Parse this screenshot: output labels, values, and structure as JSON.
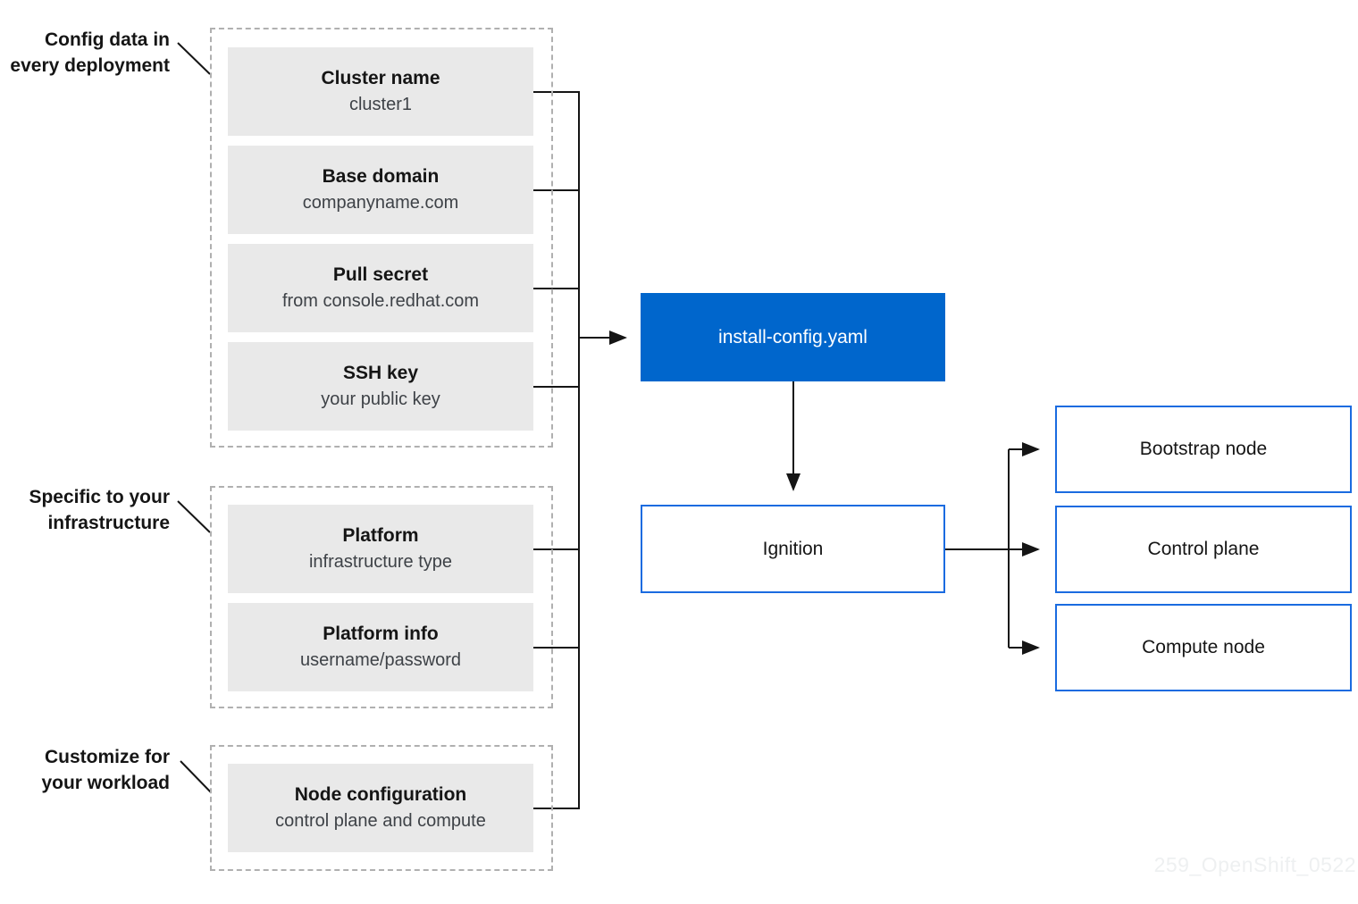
{
  "colors": {
    "accent_blue": "#0066cc",
    "outline_blue": "#1a6be0",
    "item_gray": "#e9e9e9",
    "dashed_border_gray": "#b0b0b0",
    "line_black": "#151515",
    "watermark_gray": "#eef0f1"
  },
  "groups": [
    {
      "label_lines": [
        "Config data in",
        "every deployment"
      ],
      "items": [
        {
          "title": "Cluster name",
          "subtitle": "cluster1"
        },
        {
          "title": "Base domain",
          "subtitle": "companyname.com"
        },
        {
          "title": "Pull secret",
          "subtitle": "from console.redhat.com"
        },
        {
          "title": "SSH key",
          "subtitle": "your public key"
        }
      ]
    },
    {
      "label_lines": [
        "Specific to your",
        "infrastructure"
      ],
      "items": [
        {
          "title": "Platform",
          "subtitle": "infrastructure type"
        },
        {
          "title": "Platform info",
          "subtitle": "username/password"
        }
      ]
    },
    {
      "label_lines": [
        "Customize for",
        "your workload"
      ],
      "items": [
        {
          "title": "Node configuration",
          "subtitle": "control plane and compute"
        }
      ]
    }
  ],
  "center": {
    "install_config_label": "install-config.yaml",
    "ignition_label": "Ignition"
  },
  "outputs": [
    {
      "label": "Bootstrap node"
    },
    {
      "label": "Control plane"
    },
    {
      "label": "Compute node"
    }
  ],
  "watermark": "259_OpenShift_0522"
}
